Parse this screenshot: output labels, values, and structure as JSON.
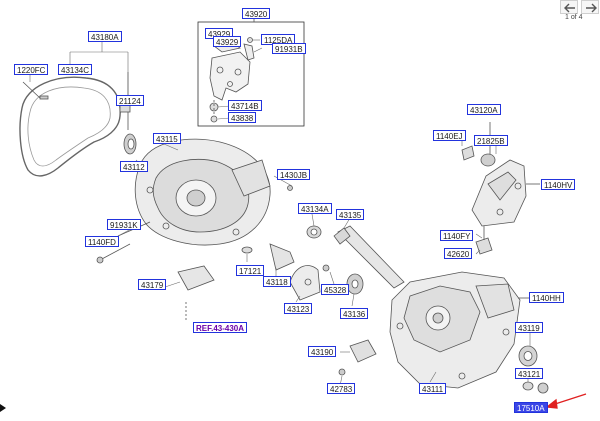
{
  "pager": {
    "indicator": "1 of 4",
    "prev_icon": "arrow-left-icon",
    "next_icon": "arrow-right-icon"
  },
  "callouts": {
    "c43920": "43920",
    "c43929a": "43929",
    "c43929b": "43929",
    "c1125DA": "1125DA",
    "c91931B": "91931B",
    "c43714B": "43714B",
    "c43838": "43838",
    "c43180A": "43180A",
    "c1220FC": "1220FC",
    "c43134C": "43134C",
    "c21124": "21124",
    "c43115": "43115",
    "c43112": "43112",
    "c43120A": "43120A",
    "c1140EJ": "1140EJ",
    "c21825B": "21825B",
    "c1430JB": "1430JB",
    "c1140HV": "1140HV",
    "c91931K": "91931K",
    "c43134A": "43134A",
    "c43135": "43135",
    "c1140FD": "1140FD",
    "c1140FY": "1140FY",
    "c42620": "42620",
    "c17121": "17121",
    "c43118": "43118",
    "c43179": "43179",
    "c45328": "45328",
    "c1140HH": "1140HH",
    "c43123": "43123",
    "c43136": "43136",
    "cREF": "REF.43-430A",
    "c43119": "43119",
    "c43190": "43190",
    "c43121": "43121",
    "c42783": "42783",
    "c43111": "43111",
    "c17510A": "17510A"
  },
  "colors": {
    "callout_border": "#2233dd",
    "highlight": "#3b46e6",
    "arrow": "#e02020",
    "ref_text": "#6a00a8"
  }
}
